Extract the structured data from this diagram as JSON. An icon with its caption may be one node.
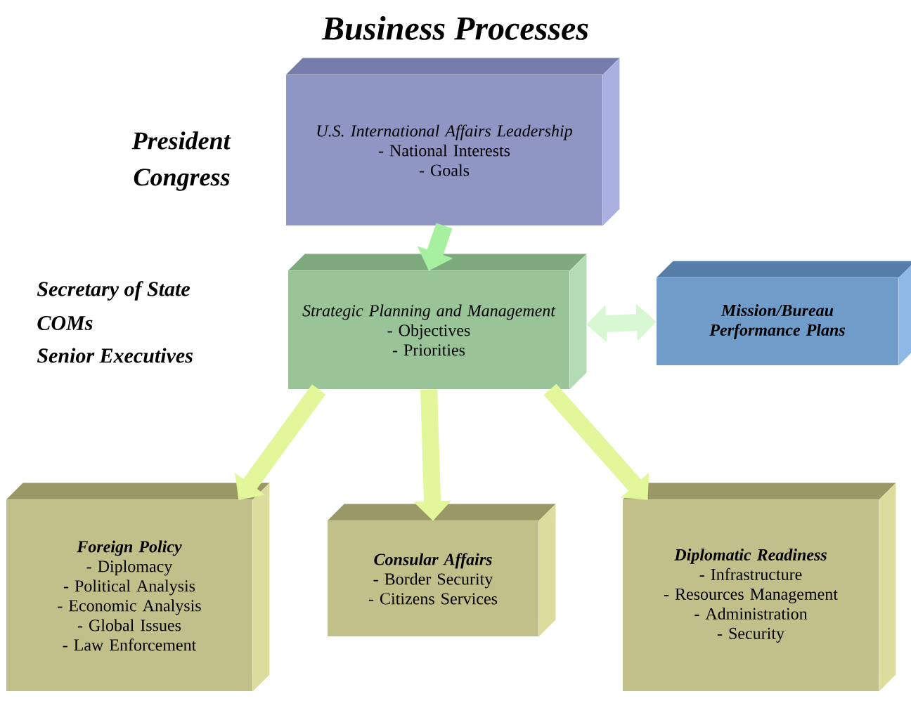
{
  "diagram": {
    "title": "Business Processes",
    "nodes": [
      {
        "text": [
          "U.S. International Affairs Leadership",
          "- National Interests",
          "- Goals"
        ]
      },
      {
        "text": [
          "Strategic Planning and Management",
          "- Objectives",
          "- Priorities"
        ]
      },
      {
        "text": [
          "Mission/Bureau Performance Plans"
        ]
      },
      {
        "text": [
          "Foreign Policy",
          "- Diplomacy",
          "- Political Analysis",
          "- Economic Analysis",
          "- Global Issues",
          "- Law Enforcement"
        ]
      },
      {
        "text": [
          "Consular Affairs",
          "- Border Security",
          "- Citizens Services"
        ]
      },
      {
        "text": [
          "Diplomatic Readiness",
          "- Infrastructure",
          "- Resources Management",
          "- Administration",
          "- Security"
        ]
      }
    ],
    "edges": [
      {
        "from": 0,
        "to": 1,
        "arrow": "to",
        "color": "#a6f0a0"
      },
      {
        "from": 1,
        "to": 2,
        "arrow": "both",
        "color": "#d8f8d4"
      },
      {
        "from": 1,
        "to": 3,
        "arrow": "to"
      },
      {
        "from": 1,
        "to": 4,
        "arrow": "to"
      },
      {
        "from": 1,
        "to": 5,
        "arrow": "to"
      }
    ],
    "labels": [
      "President",
      "Congress",
      "Secretary of State",
      "COMs",
      "Senior Executives"
    ]
  }
}
